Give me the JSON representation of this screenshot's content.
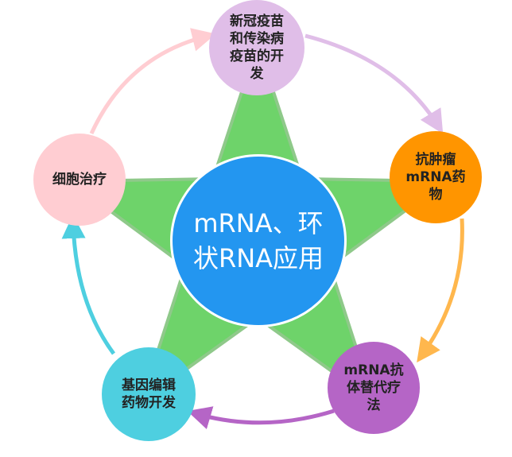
{
  "diagram": {
    "center": {
      "label_line1": "mRNA、环",
      "label_line2": "状RNA应用",
      "color": "#2396F0"
    },
    "star_color": "#6ED36A",
    "star_edge_color": "#8FC98A",
    "nodes": [
      {
        "id": "covid-vaccine",
        "lines": [
          "新冠疫苗",
          "和传染病",
          "疫苗的开",
          "发"
        ],
        "color": "#E0BEE8"
      },
      {
        "id": "anti-tumor",
        "lines": [
          "抗肿瘤",
          "mRNA药",
          "物"
        ],
        "color": "#FF9500"
      },
      {
        "id": "antibody-therapy",
        "lines": [
          "mRNA抗",
          "体替代疗",
          "法"
        ],
        "color": "#B565C6"
      },
      {
        "id": "gene-editing",
        "lines": [
          "基因编辑",
          "药物开发"
        ],
        "color": "#4ECFE0"
      },
      {
        "id": "cell-therapy",
        "lines": [
          "细胞治疗"
        ],
        "color": "#FFCDD2"
      }
    ],
    "arrows": [
      {
        "from": "covid-vaccine",
        "to": "anti-tumor",
        "color": "#E0BEE8"
      },
      {
        "from": "anti-tumor",
        "to": "antibody-therapy",
        "color": "#FFB74D"
      },
      {
        "from": "antibody-therapy",
        "to": "gene-editing",
        "color": "#B565C6"
      },
      {
        "from": "gene-editing",
        "to": "cell-therapy",
        "color": "#4ECFE0"
      },
      {
        "from": "cell-therapy",
        "to": "covid-vaccine",
        "color": "#FFCDD2"
      }
    ]
  }
}
